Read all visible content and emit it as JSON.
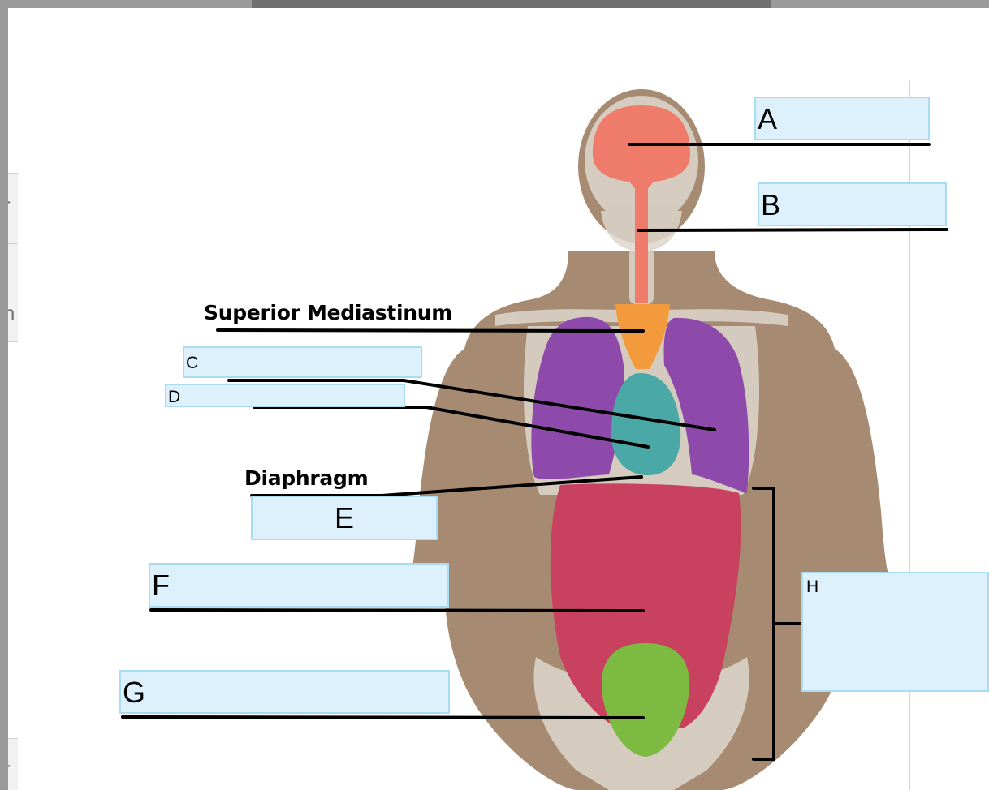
{
  "labels": {
    "superior_mediastinum": "Superior Mediastinum",
    "diaphragm": "Diaphragm"
  },
  "boxes": {
    "a": "A",
    "b": "B",
    "c": "C",
    "d": "D",
    "e": "E",
    "f": "F",
    "g": "G",
    "h": "H"
  },
  "colors": {
    "skin": "#a68a72",
    "bone": "#ddd6cc",
    "cranial": "#ef7b6a",
    "superior_mediastinum": "#f39a3c",
    "pleural": "#8e4aab",
    "pericardial": "#4aa8a6",
    "abdominal": "#c8425f",
    "pelvic": "#7cba42",
    "box_fill": "#dcf1fc",
    "box_border": "#a9dcf2"
  }
}
